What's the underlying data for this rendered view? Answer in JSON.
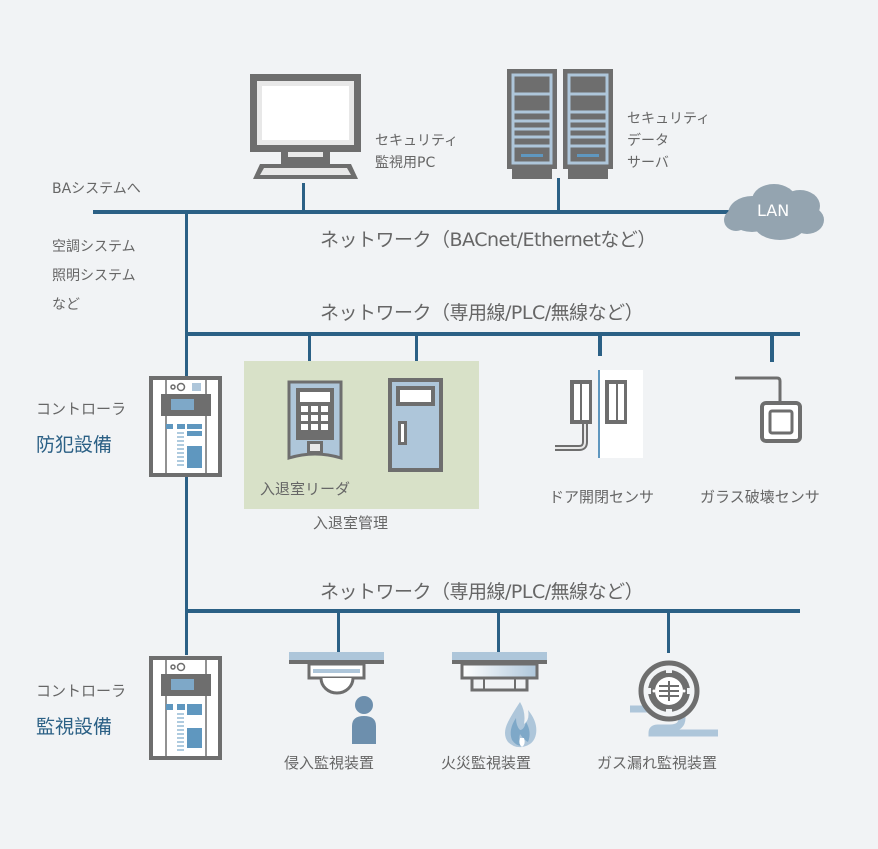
{
  "colors": {
    "background": "#f1f3f5",
    "network_line": "#2b6085",
    "device_gray": "#6e6e6e",
    "device_light_blue": "#aec6da",
    "accent_blue": "#5f97bf",
    "access_area": "#d8e1c8",
    "lan_cloud": "#94a4b0",
    "system_label": "#2b6085"
  },
  "top": {
    "pc_label": [
      "セキュリティ",
      "監視用PC"
    ],
    "server_label": [
      "セキュリティ",
      "データ",
      "サーバ"
    ],
    "lan_label": "LAN",
    "ba_label": "BAシステムへ",
    "ba_systems": [
      "空調システム",
      "照明システム",
      "など"
    ]
  },
  "networks": {
    "main": "ネットワーク（BACnet/Ethernetなど）",
    "security": "ネットワーク（専用線/PLC/無線など）",
    "monitoring": "ネットワーク（専用線/PLC/無線など）"
  },
  "security_section": {
    "controller_label": "コントローラ",
    "system_label": "防犯設備",
    "reader_label": "入退室リーダ",
    "access_group_label": "入退室管理",
    "door_sensor_label": "ドア開閉センサ",
    "glass_sensor_label": "ガラス破壊センサ"
  },
  "monitoring_section": {
    "controller_label": "コントローラ",
    "system_label": "監視設備",
    "intrusion_label": "侵入監視装置",
    "fire_label": "火災監視装置",
    "gas_label": "ガス漏れ監視装置"
  }
}
